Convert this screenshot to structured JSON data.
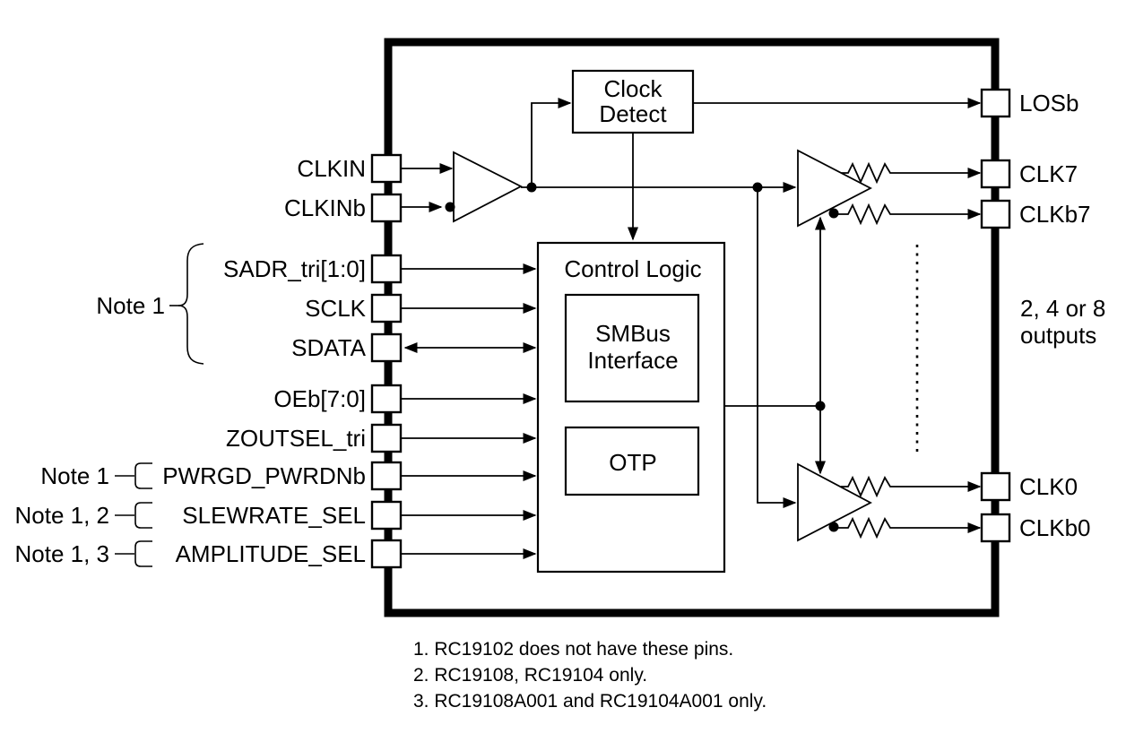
{
  "figure_type": "functional-block-diagram",
  "colors": {
    "ink": "#000000",
    "background": "#ffffff"
  },
  "chip": {
    "left_pins": [
      {
        "label": "CLKIN"
      },
      {
        "label": "CLKINb"
      },
      {
        "label": "SADR_tri[1:0]"
      },
      {
        "label": "SCLK"
      },
      {
        "label": "SDATA"
      },
      {
        "label": "OEb[7:0]"
      },
      {
        "label": "ZOUTSEL_tri"
      },
      {
        "label": "PWRGD_PWRDNb"
      },
      {
        "label": "SLEWRATE_SEL"
      },
      {
        "label": "AMPLITUDE_SEL"
      }
    ],
    "right_pins": [
      {
        "label": "LOSb"
      },
      {
        "label": "CLK7"
      },
      {
        "label": "CLKb7"
      },
      {
        "label": "CLK0"
      },
      {
        "label": "CLKb0"
      }
    ],
    "blocks": {
      "clock_detect": {
        "line1": "Clock",
        "line2": "Detect"
      },
      "control_logic": {
        "title": "Control Logic"
      },
      "smbus": {
        "line1": "SMBus",
        "line2": "Interface"
      },
      "otp": {
        "label": "OTP"
      }
    },
    "outputs_annotation": {
      "line1": "2, 4 or 8",
      "line2": "outputs"
    }
  },
  "notes": {
    "group1": {
      "label": "Note 1",
      "applies_to": [
        "SADR_tri[1:0]",
        "SCLK",
        "SDATA"
      ]
    },
    "pwrgd": {
      "label": "Note 1",
      "applies_to": [
        "PWRGD_PWRDNb"
      ]
    },
    "slewrate": {
      "label": "Note 1, 2",
      "applies_to": [
        "SLEWRATE_SEL"
      ]
    },
    "amplitude": {
      "label": "Note 1, 3",
      "applies_to": [
        "AMPLITUDE_SEL"
      ]
    }
  },
  "footnotes": [
    "1. RC19102 does not have these pins.",
    "2. RC19108, RC19104 only.",
    "3. RC19108A001 and RC19104A001 only."
  ]
}
